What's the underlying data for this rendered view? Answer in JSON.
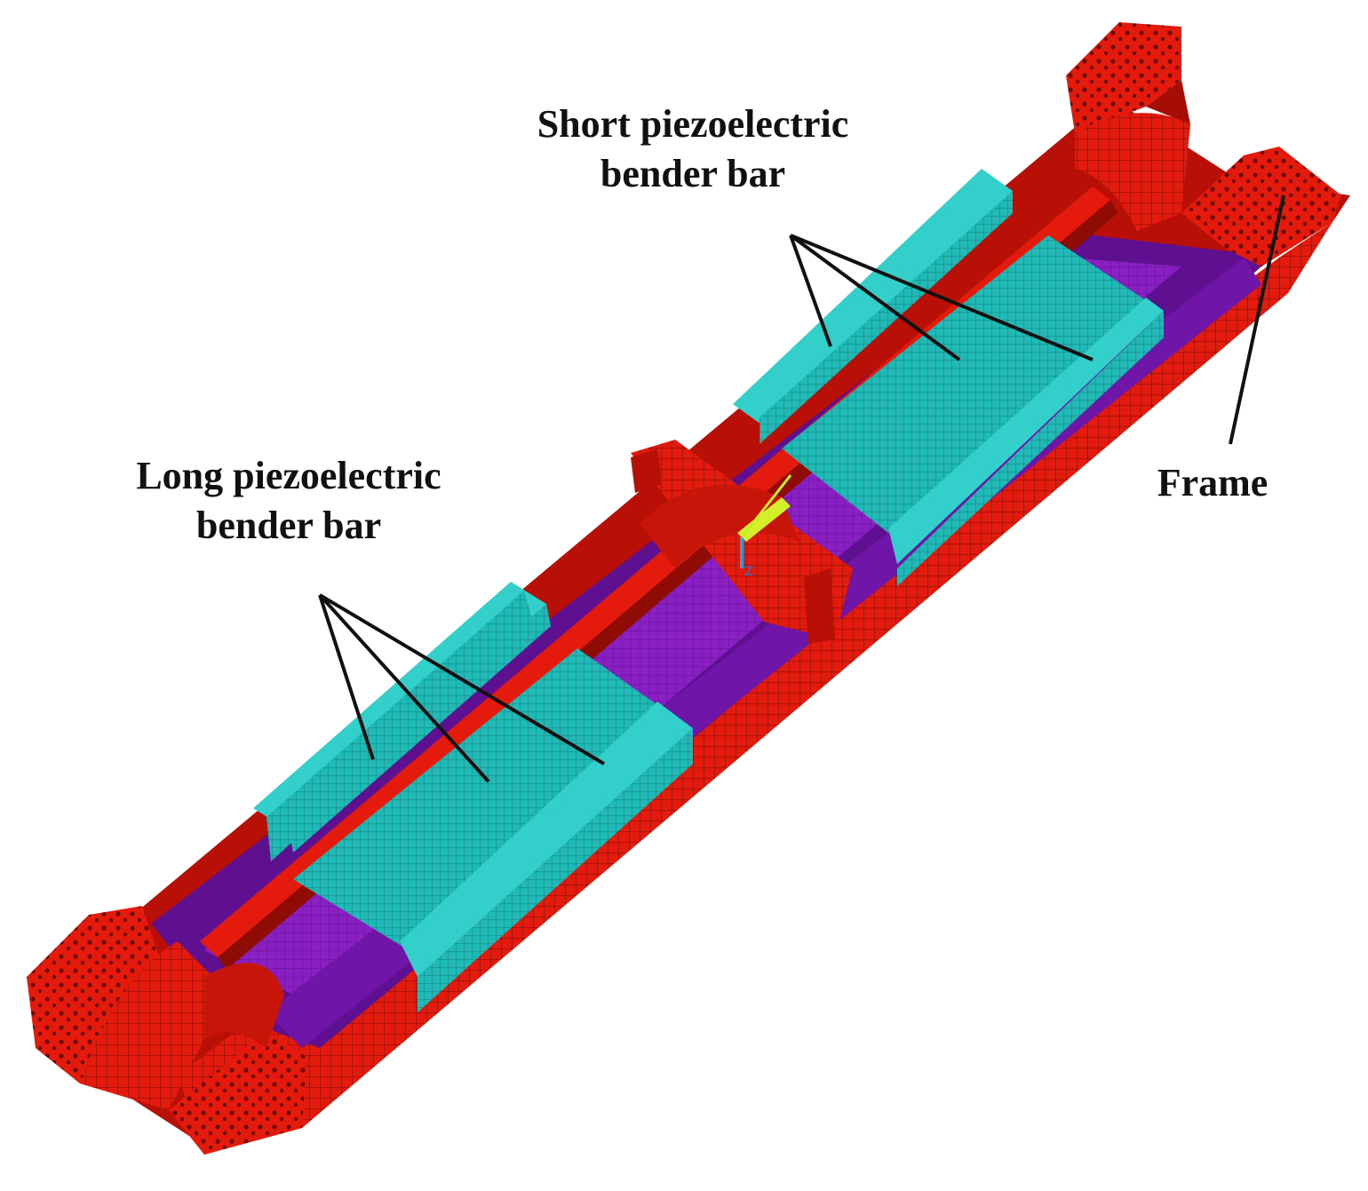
{
  "labels": {
    "short_bar": [
      "Short piezoelectric",
      "bender bar"
    ],
    "long_bar": [
      "Long piezoelectric",
      "bender bar"
    ],
    "frame": "Frame"
  },
  "axis_triad": {
    "z_label": "Z"
  },
  "colors": {
    "frame_red": "#e41a0c",
    "frame_dark": "#a50d05",
    "piezo_cyan": "#1fb5b2",
    "piezo_cyan_light": "#33cfcb",
    "substrate_purple": "#8a1fc4",
    "substrate_dark": "#5e1090",
    "leader_line": "#111111"
  }
}
